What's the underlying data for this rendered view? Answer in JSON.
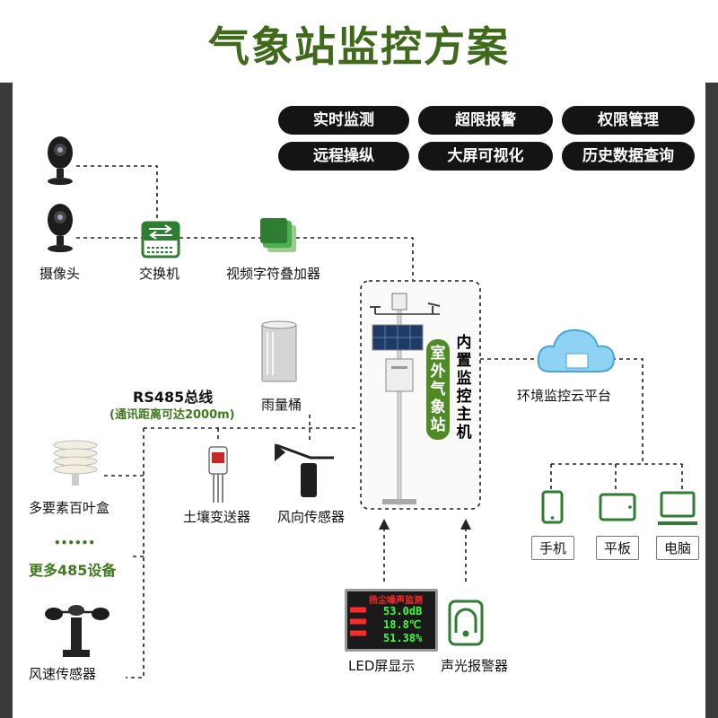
{
  "title": "气象站监控方案",
  "features": [
    "实时监测",
    "超限报警",
    "权限管理",
    "远程操纵",
    "大屏可视化",
    "历史数据查询"
  ],
  "devices": {
    "camera": "摄像头",
    "switch": "交换机",
    "overlay": "视频字符叠加器",
    "rain_gauge": "雨量桶",
    "bus_title": "RS485总线",
    "bus_note": "(通讯距离可达2000m)",
    "louver": "多要素百叶盒",
    "more_dots": "••••••",
    "more": "更多485设备",
    "soil": "土壤变送器",
    "wind_dir": "风向传感器",
    "wind_speed": "风速传感器",
    "led": "LED屏显示",
    "alarm": "声光报警器",
    "cloud": "环境监控云平台",
    "phone": "手机",
    "tablet": "平板",
    "pc": "电脑"
  },
  "station_tag": "室外气象站",
  "host_text": "内置监控主机",
  "led_screen": {
    "header": "扬尘噪声监测",
    "v1": "53.0dB",
    "v2": "18.8℃",
    "v3": "51.38%"
  },
  "colors": {
    "accent": "#3f6a1c",
    "tag_green": "#4f8a24",
    "pill": "#141414"
  }
}
